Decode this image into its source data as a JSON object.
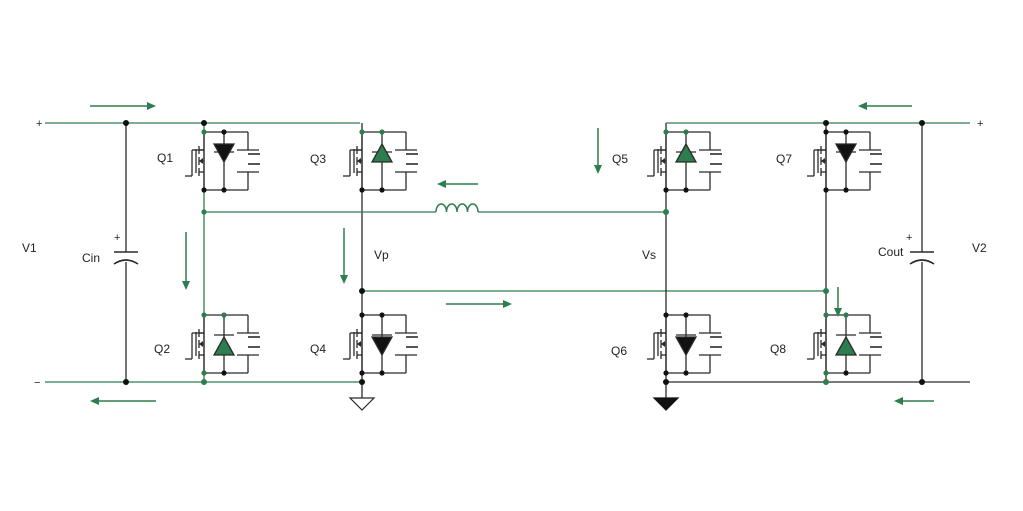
{
  "colors": {
    "active": "#2e7d4f",
    "wire": "#2b2b2b",
    "background": "#ffffff"
  },
  "labels": {
    "v1": "V1",
    "v2": "V2",
    "cin": "Cin",
    "cout": "Cout",
    "vp": "Vp",
    "vs": "Vs",
    "q1": "Q1",
    "q2": "Q2",
    "q3": "Q3",
    "q4": "Q4",
    "q5": "Q5",
    "q6": "Q6",
    "q7": "Q7",
    "q8": "Q8",
    "plus_left": "+",
    "minus_left": "−",
    "plus_right": "+",
    "cin_plus": "+",
    "cout_plus": "+"
  },
  "icons": {
    "switch": "mosfet-with-body-diode-icon",
    "inductor": "inductor-icon",
    "capacitor": "polarized-capacitor-icon",
    "ground": "ground-icon",
    "current": "current-arrow-icon"
  }
}
